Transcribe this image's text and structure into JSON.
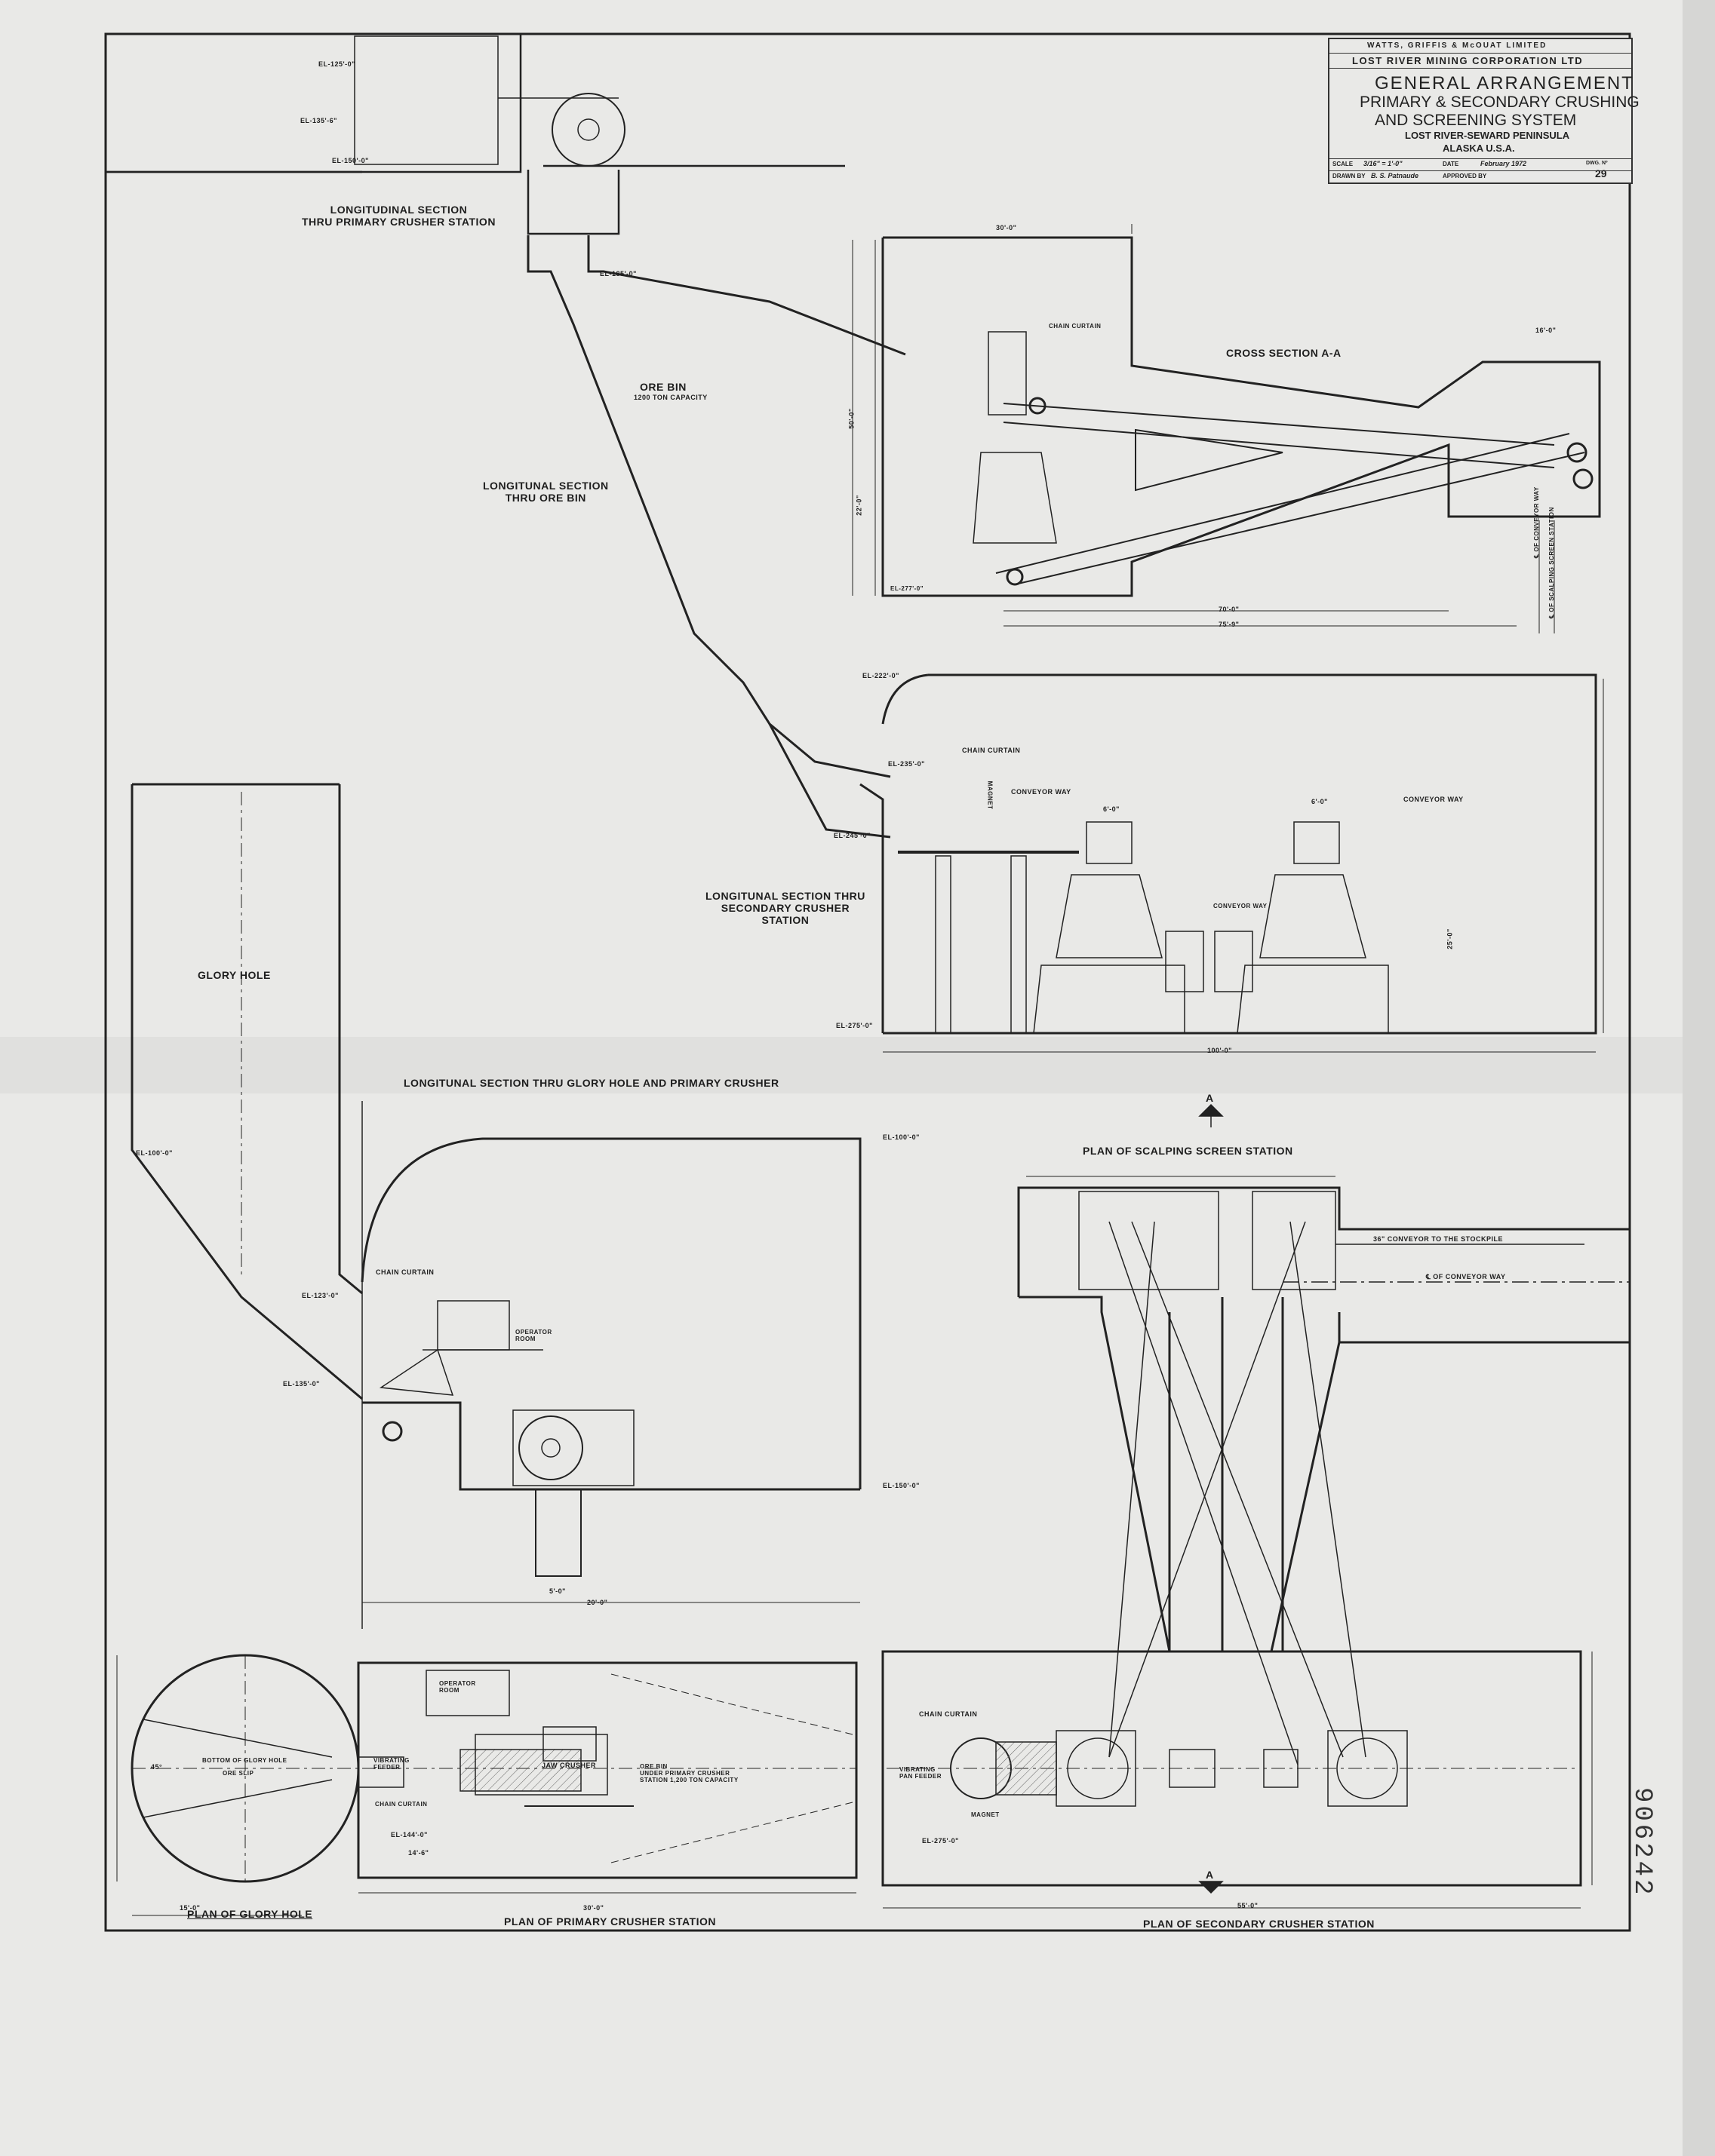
{
  "title_block": {
    "firm": "WATTS, GRIFFIS & McOUAT LIMITED",
    "client": "LOST RIVER MINING CORPORATION LTD",
    "title_1": "GENERAL ARRANGEMENT",
    "title_2": "PRIMARY & SECONDARY CRUSHING",
    "title_3": "AND SCREENING SYSTEM",
    "location_1": "LOST RIVER-SEWARD PENINSULA",
    "location_2": "ALASKA U.S.A.",
    "scale_label": "SCALE",
    "scale_value": "3/16\" = 1'-0\"",
    "date_label": "DATE",
    "date_value": "February 1972",
    "dwg_label": "DWG. Nº",
    "dwg_value": "29",
    "drawn_label": "DRAWN BY",
    "drawn_value": "B. S. Patnaude",
    "approved_label": "APPROVED BY"
  },
  "sections": {
    "primary_long": "LONGITUDINAL SECTION\nTHRU PRIMARY CRUSHER STATION",
    "ore_bin_long": "LONGITUNAL SECTION\nTHRU ORE BIN",
    "ore_bin": "ORE BIN",
    "ore_bin_cap": "1200 TON CAPACITY",
    "cross_section": "CROSS SECTION A-A",
    "secondary_long": "LONGITUNAL SECTION THRU\nSECONDARY CRUSHER\nSTATION",
    "glory_hole": "GLORY HOLE",
    "glory_long": "LONGITUNAL SECTION THRU GLORY HOLE AND PRIMARY CRUSHER",
    "scalping_plan": "PLAN OF SCALPING SCREEN STATION",
    "plan_glory": "PLAN OF GLORY HOLE",
    "plan_primary": "PLAN OF PRIMARY CRUSHER STATION",
    "plan_secondary": "PLAN OF SECONDARY CRUSHER STATION"
  },
  "callouts": {
    "chain_curtain": "CHAIN CURTAIN",
    "conveyor_way": "CONVEYOR WAY",
    "magnet": "MAGNET",
    "operator_room": "OPERATOR ROOM",
    "vibrating_feeder": "VIBRATING FEEDER",
    "jaw_crusher": "JAW CRUSHER",
    "ore_bin_plan": "ORE BIN\nUNDER PRIMARY CRUSHER\nSTATION 1,200 TON CAPACITY",
    "vibrating_pan_feeder": "VIBRATING PAN FEEDER",
    "bottom_glory": "BOTTOM OF GLORY HOLE",
    "ore_slip": "ORE SLIP",
    "conveyor_stockpile": "36\" CONVEYOR TO THE STOCKPILE",
    "cl_conveyor": "℄ OF CONVEYOR WAY",
    "cl_conveyor_v": "℄ OF CONVEYOR WAY",
    "cl_scalping_v": "℄ OF SCALPING SCREEN STATION",
    "section_a": "A"
  },
  "elevations": {
    "el_125": "EL-125'-0\"",
    "el_135": "EL-135'-6\"",
    "el_150": "EL-150'-0\"",
    "el_185": "EL-185'-0\"",
    "el_222": "EL-222'-0\"",
    "el_235": "EL-235'-0\"",
    "el_245": "EL-245'-0\"",
    "el_275": "EL-275'-0\"",
    "el_277": "EL-277'-0\"",
    "el_100": "EL-100'-0\"",
    "el_100b": "EL-100'-0\"",
    "el_123": "EL-123'-0\"",
    "el_135b": "EL-135'-0\"",
    "el_144": "EL-144'-0\"",
    "el_150b": "EL-150'-0\"",
    "el_275b": "EL-275'-0\""
  },
  "dims": {
    "d_30": "30'-0\"",
    "d_16": "16'-0\"",
    "d_50": "50'-0\"",
    "d_22": "22'-0\"",
    "d_70": "70'-0\"",
    "d_75": "75'-9\"",
    "d_100": "100'-0\"",
    "d_6a": "6'-0\"",
    "d_6b": "6'-0\"",
    "d_25": "25'-0\"",
    "d_20": "20'-0\"",
    "d_5": "5'-0\"",
    "d_14": "14'-6\"",
    "d_30b": "30'-0\"",
    "d_15": "15'-0\"",
    "d_55": "55'-0\"",
    "d_45": "45°"
  }
}
